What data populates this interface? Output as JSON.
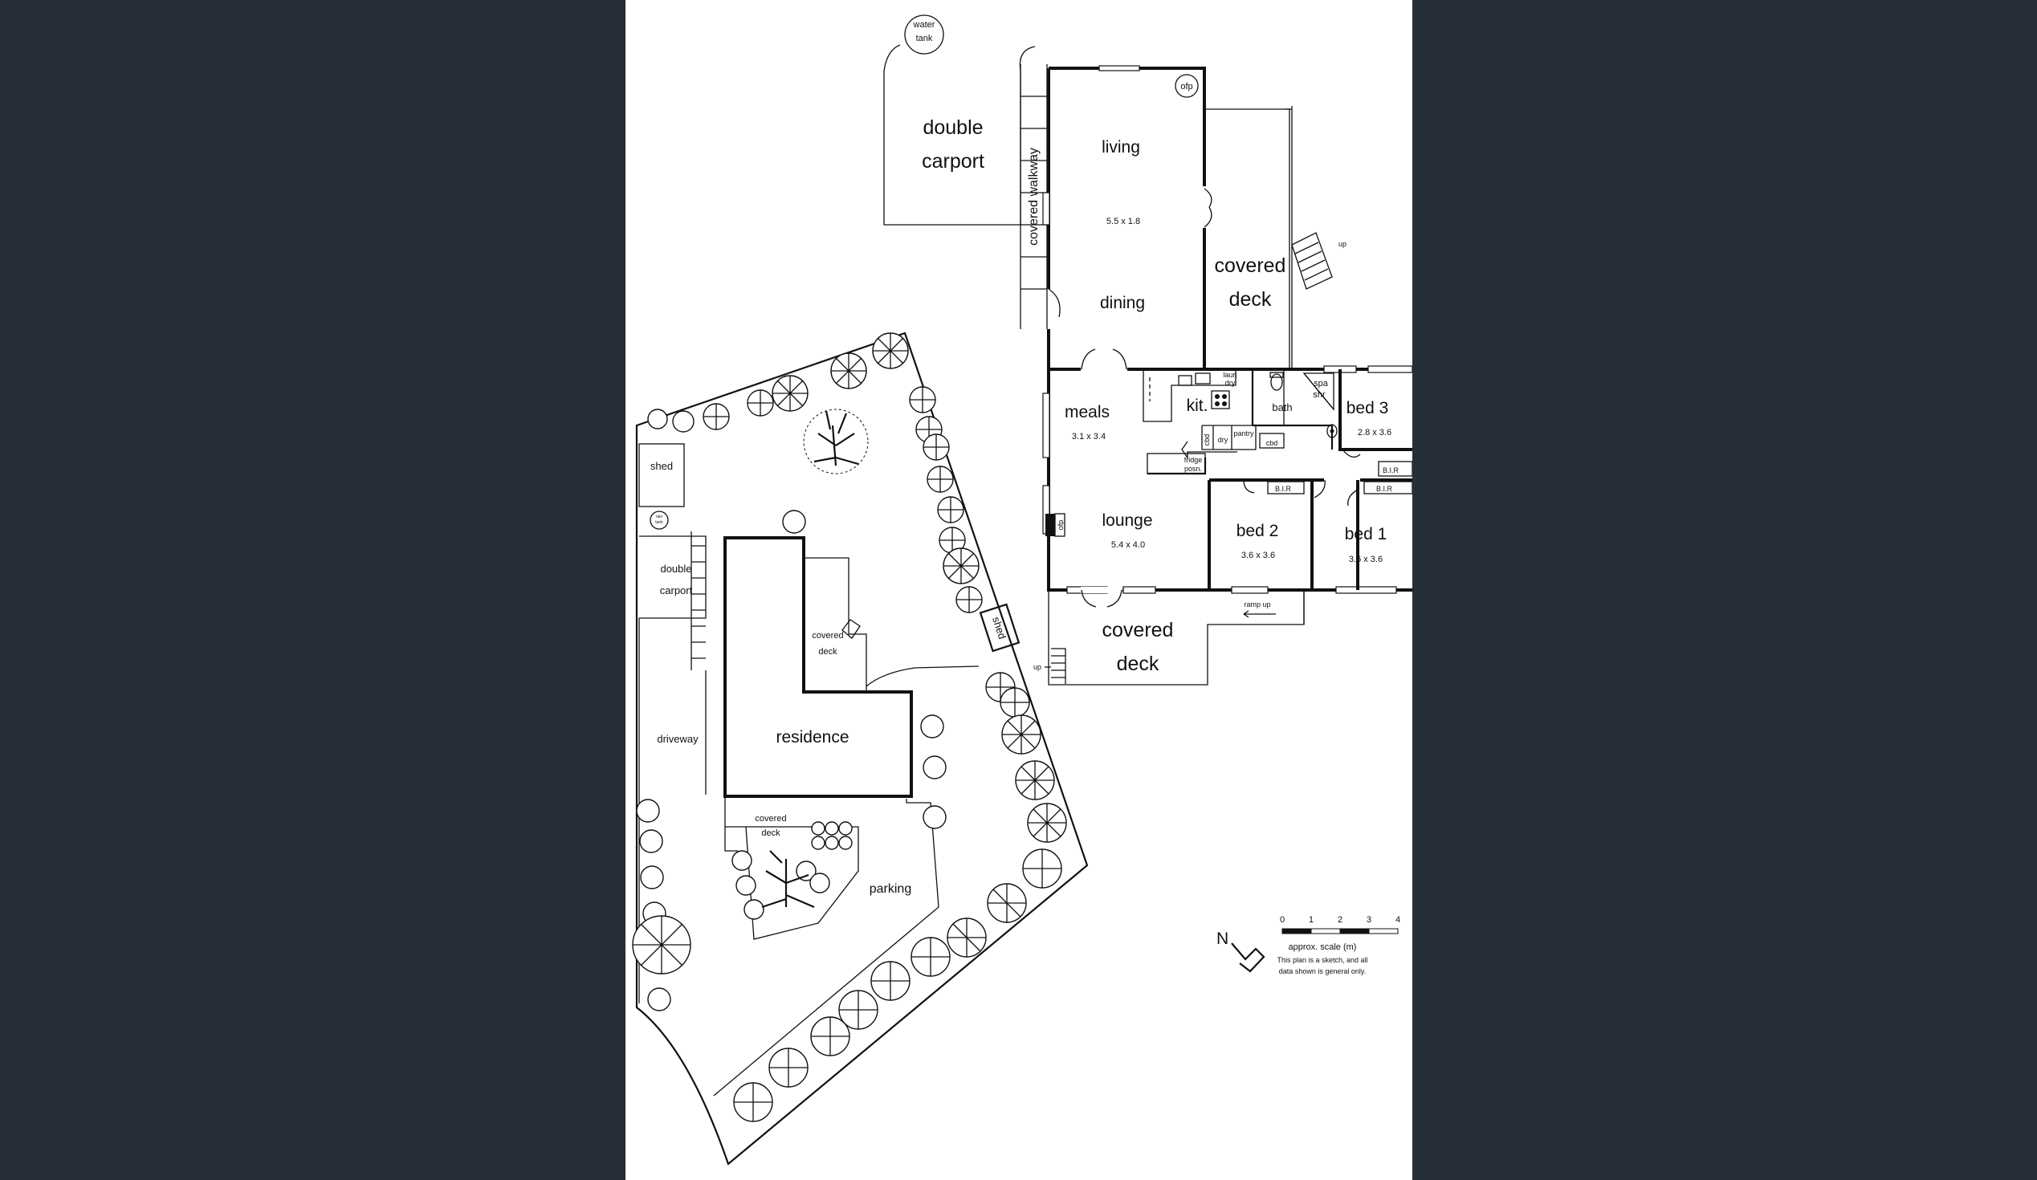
{
  "floorplan": {
    "rooms": {
      "water_tank": [
        "water",
        "tank"
      ],
      "double_carport": [
        "double",
        "carport"
      ],
      "covered_walkway": "covered walkway",
      "living": "living",
      "living_dims": "5.5 x 1.8",
      "dining": "dining",
      "ofp": "ofp",
      "covered_deck_top": [
        "covered",
        "deck"
      ],
      "up_top": "up",
      "meals": "meals",
      "meals_dims": "3.1 x 3.4",
      "kit": "kit.",
      "laundry": [
        "laun",
        "dry"
      ],
      "cbd": "cbd",
      "dry": "dry",
      "pantry": "pantry",
      "cbd2": "cbd",
      "bath": "bath",
      "spa": "spa",
      "shr": "shr",
      "bed3": "bed 3",
      "bed3_dims": "2.8 x 3.6",
      "fridge": [
        "fridge",
        "posn."
      ],
      "lounge": "lounge",
      "lounge_dims": "5.4 x 4.0",
      "ofp_lounge": "ofp",
      "bed2": "bed 2",
      "bed2_dims": "3.6 x 3.6",
      "bed1": "bed 1",
      "bed1_dims": "3.6 x 3.6",
      "bir1": "B.I.R",
      "bir2": "B.I.R",
      "bir3": "B.I.R",
      "covered_deck_bottom": [
        "covered",
        "deck"
      ],
      "ramp_up": "ramp up",
      "up_bottom": "up"
    }
  },
  "siteplan": {
    "shed": "shed",
    "rain_tank": [
      "rain",
      "tank"
    ],
    "double_carport": [
      "double",
      "carport"
    ],
    "covered_deck_top": [
      "covered",
      "deck"
    ],
    "shed_side": "shed",
    "driveway": "driveway",
    "residence": "residence",
    "covered_deck_bottom": [
      "covered",
      "deck"
    ],
    "parking": "parking"
  },
  "legend": {
    "north": "N",
    "scale_ticks": [
      "0",
      "1",
      "2",
      "3",
      "4"
    ],
    "scale_label": "approx. scale (m)",
    "disclaimer": [
      "This plan is a sketch, and all",
      "data shown is general only."
    ]
  }
}
